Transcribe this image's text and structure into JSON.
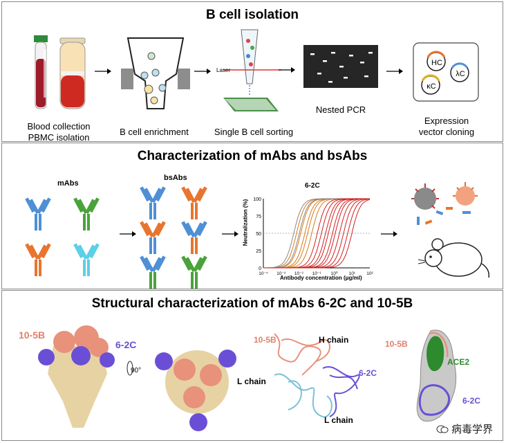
{
  "panels": {
    "isolation": {
      "title": "B cell isolation",
      "steps": [
        {
          "label": "Blood collection\nPBMC isolation"
        },
        {
          "label": "B cell enrichment"
        },
        {
          "label": "Single B cell sorting"
        },
        {
          "label": "Nested PCR"
        },
        {
          "label": "Expression\nvector cloning"
        }
      ],
      "laser_label": "Laser",
      "vectors": [
        "HC",
        "λC",
        "κC"
      ]
    },
    "characterization": {
      "title": "Characterization of mAbs and bsAbs",
      "mabs_label": "mAbs",
      "bsabs_label": "bsAbs",
      "plot_title": "6-2C",
      "plot_ylabel": "Neutralization (%)",
      "plot_xlabel": "Antibody concentration (μg/ml)",
      "y_ticks": [
        "100",
        "75",
        "50",
        "25",
        "0"
      ],
      "x_ticks": [
        "10⁻⁴",
        "10⁻³",
        "10⁻²",
        "10⁻¹",
        "10⁰",
        "10¹",
        "10²"
      ]
    },
    "structure": {
      "title": "Structural characterization of mAbs 6-2C and 10-5B",
      "label_105b": "10-5B",
      "label_62c": "6-2C",
      "rotation": "90°",
      "h_chain": "H chain",
      "l_chain": "L chain",
      "ace2": "ACE2"
    }
  },
  "watermark": "病毒学界",
  "colors": {
    "blue": "#4f8fd6",
    "green": "#4aa33a",
    "orange": "#e8752f",
    "cyan": "#5bd0e6",
    "salmon": "#e8917b",
    "purple": "#6a4fd6",
    "tan": "#e7d2a3",
    "red_curve": "#d11f1f",
    "orange_curve": "#d77a1c"
  }
}
